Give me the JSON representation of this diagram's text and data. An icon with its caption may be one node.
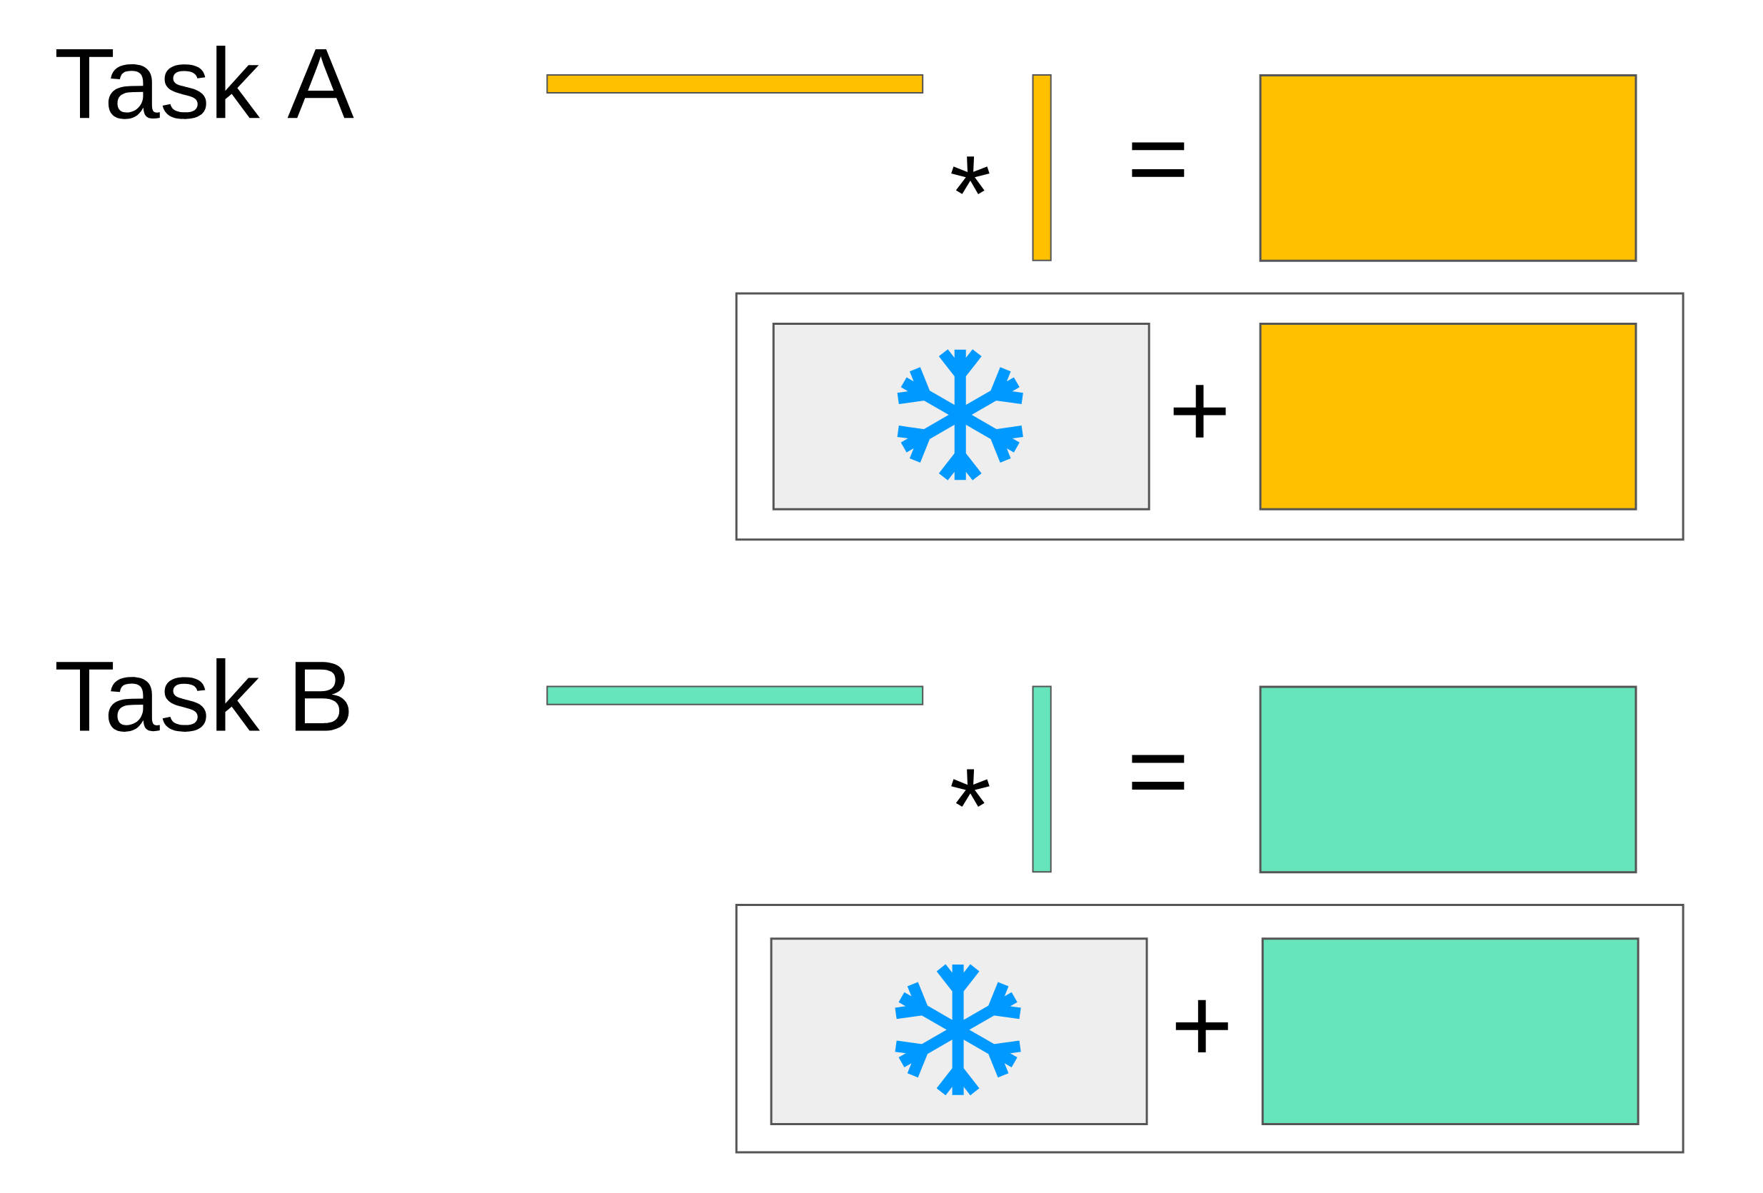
{
  "diagram": {
    "nodes": [
      {
        "text": [],
        "shape": "bar"
      },
      {
        "text": [],
        "shape": "bar"
      },
      {
        "text": [],
        "shape": "box"
      },
      {
        "text": [],
        "shape": "box"
      },
      {
        "text": [],
        "shape": "box",
        "in": 3
      },
      {
        "text": [],
        "shape": "box",
        "in": 3
      },
      {
        "text": [],
        "shape": "bar"
      },
      {
        "text": [],
        "shape": "bar"
      },
      {
        "text": [],
        "shape": "box"
      },
      {
        "text": [],
        "shape": "box"
      },
      {
        "text": [],
        "shape": "box",
        "in": 9
      },
      {
        "text": [],
        "shape": "box",
        "in": 9
      }
    ],
    "labels": [
      "Task A",
      "*",
      "=",
      "+",
      "Task B",
      "*",
      "=",
      "+"
    ]
  }
}
